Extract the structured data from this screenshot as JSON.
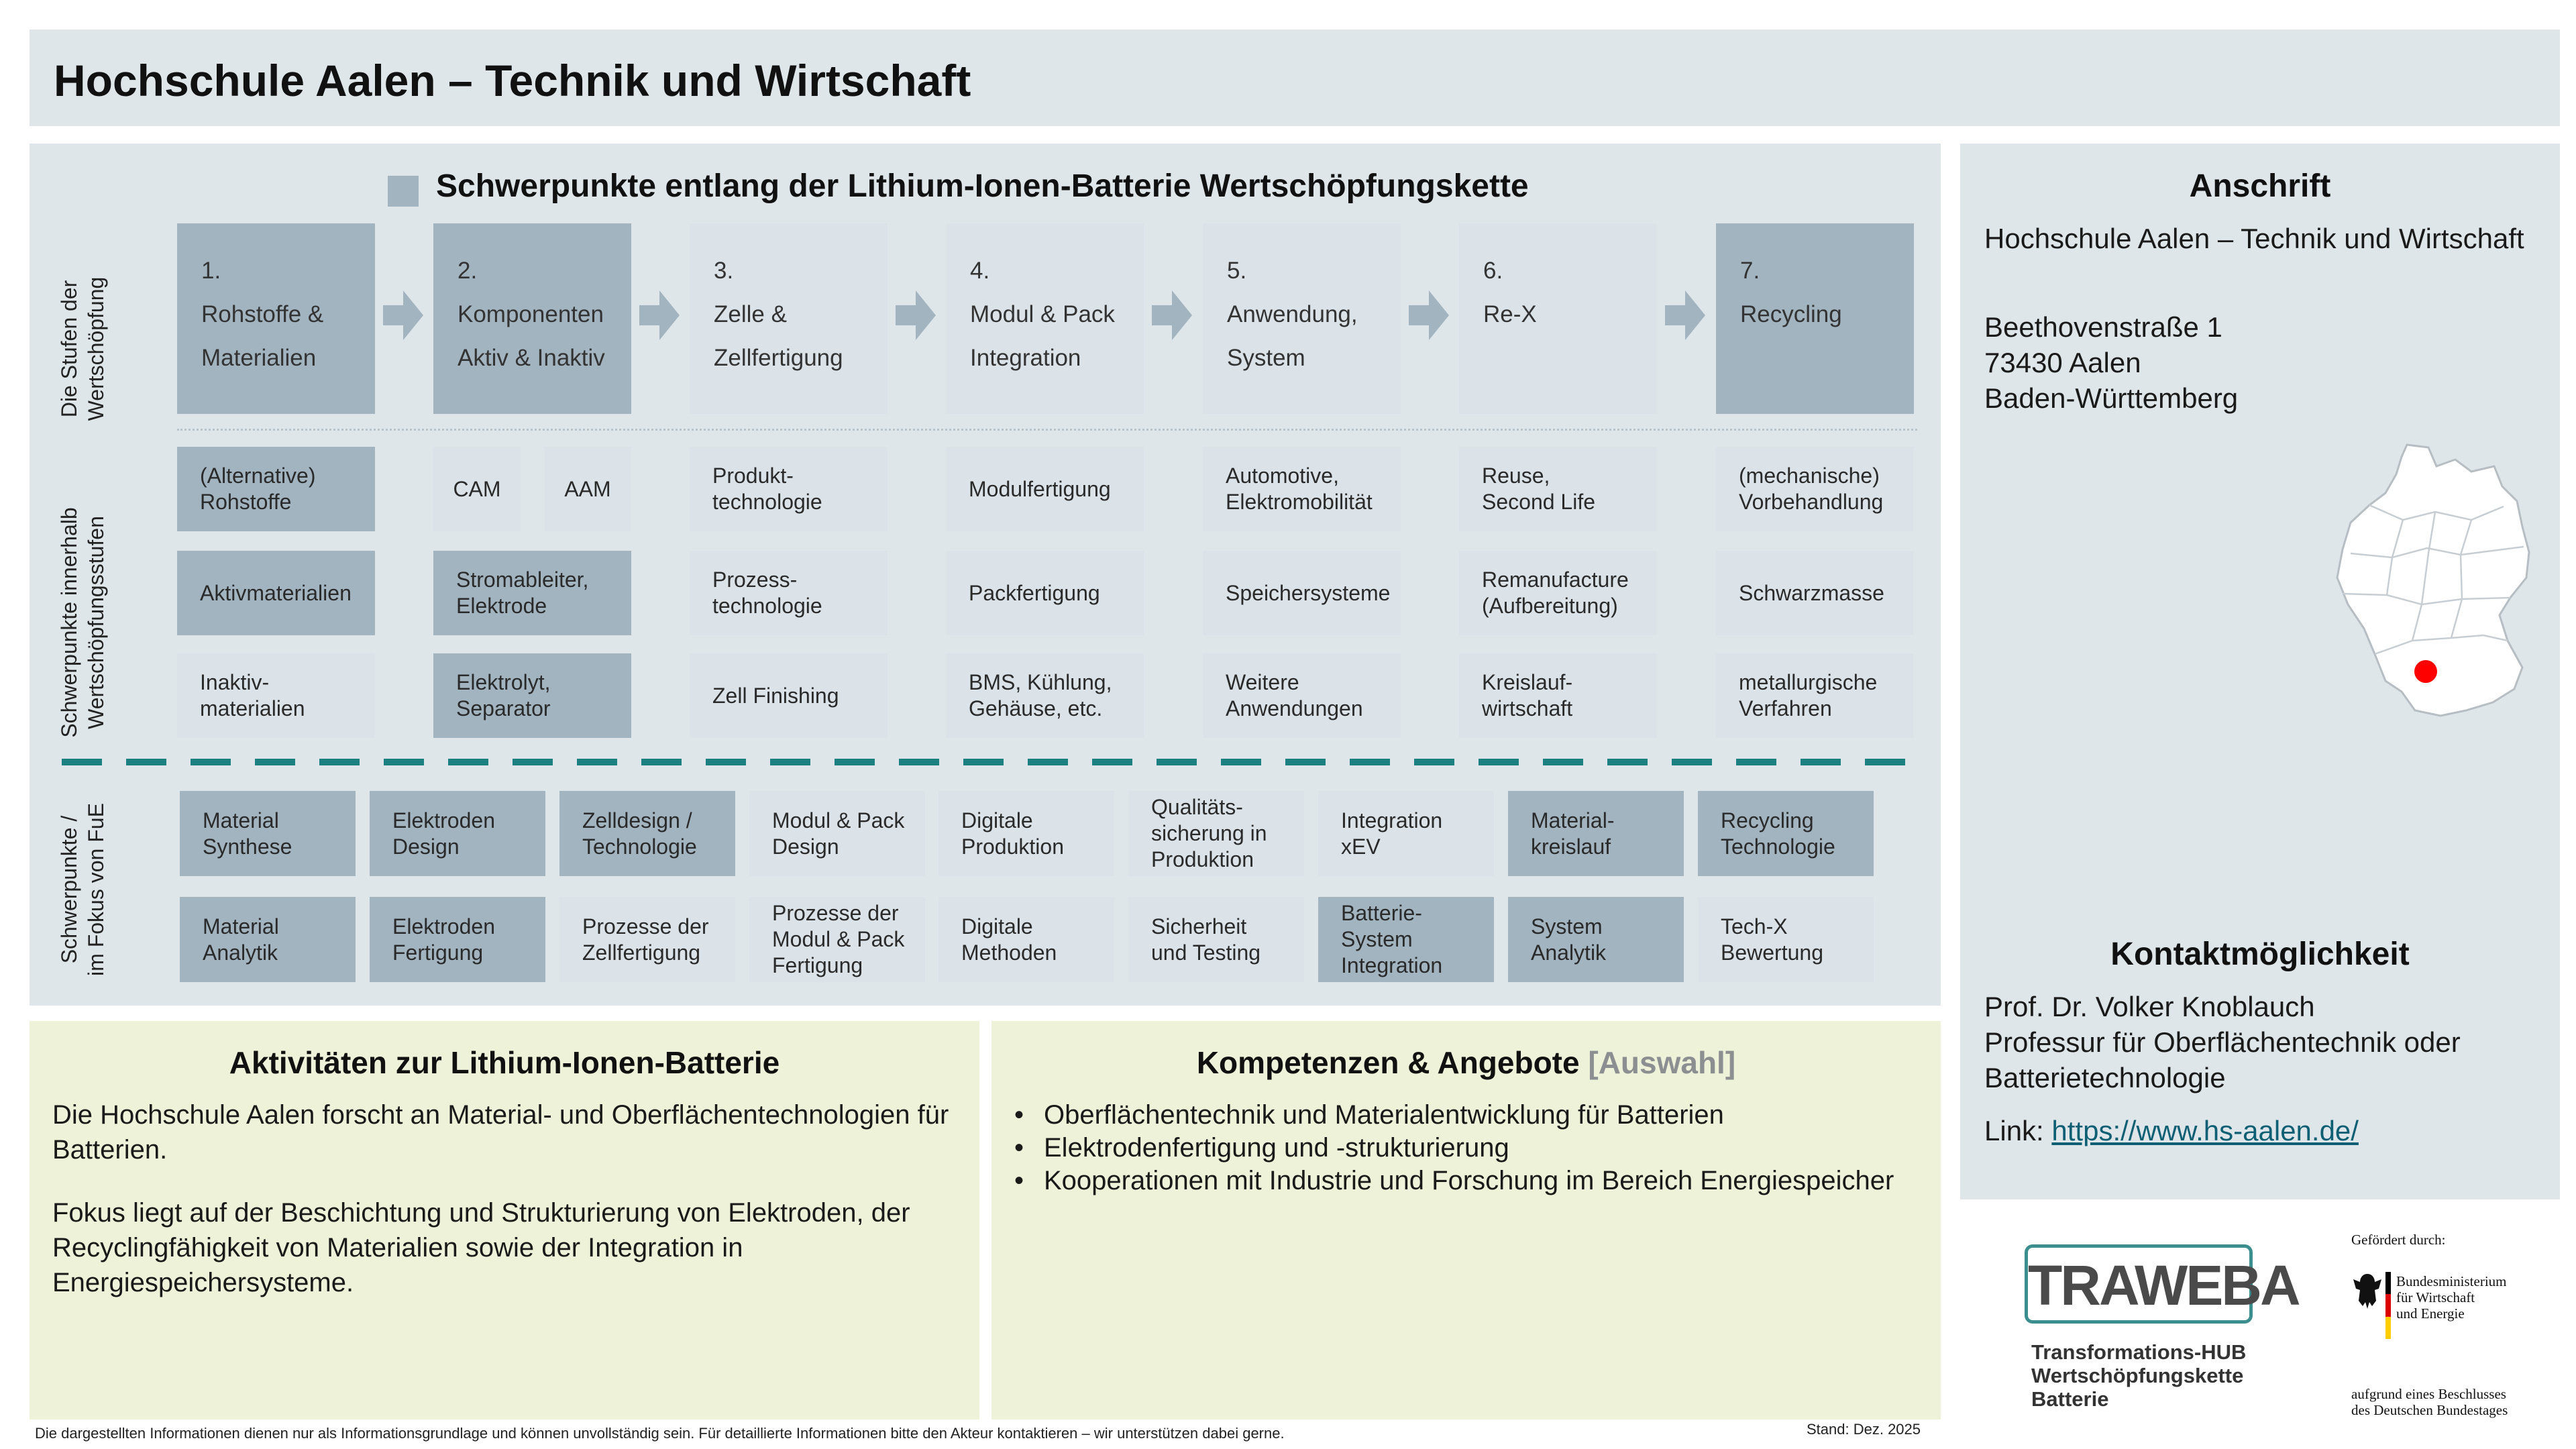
{
  "header": {
    "title": "Hochschule Aalen – Technik und Wirtschaft"
  },
  "main": {
    "title": "Schwerpunkte entlang der Lithium-Ionen-Batterie Wertschöpfungskette"
  },
  "row_labels": {
    "stufen": [
      "Die Stufen der",
      "Wertschöpfung"
    ],
    "schwerpunkte": [
      "Schwerpunkte innerhalb",
      "Wertschöpfungsstufen"
    ],
    "fue": [
      "Schwerpunkte /",
      "im Fokus von FuE"
    ]
  },
  "stages": [
    {
      "num": "1.",
      "l1": "Rohstoffe &",
      "l2": "Materialien",
      "dark": true
    },
    {
      "num": "2.",
      "l1": "Komponenten",
      "l2": "Aktiv & Inaktiv",
      "dark": true
    },
    {
      "num": "3.",
      "l1": "Zelle &",
      "l2": "Zellfertigung",
      "dark": false
    },
    {
      "num": "4.",
      "l1": "Modul & Pack",
      "l2": "Integration",
      "dark": false
    },
    {
      "num": "5.",
      "l1": "Anwendung,",
      "l2": "System",
      "dark": false
    },
    {
      "num": "6.",
      "l1": "Re-X",
      "l2": "",
      "dark": false
    },
    {
      "num": "7.",
      "l1": "Recycling",
      "l2": "",
      "dark": true
    }
  ],
  "focus_grid": [
    [
      "(Alternative)\nRohstoffe",
      "CAM",
      "AAM",
      "Produkt-\ntechnologie",
      "Modulfertigung",
      "Automotive,\nElektromobilität",
      "Reuse,\nSecond Life",
      "(mechanische)\nVorbehandlung"
    ],
    [
      "Aktivmaterialien",
      "Stromableiter,\nElektrode",
      "Prozess-\ntechnologie",
      "Packfertigung",
      "Speichersysteme",
      "Remanufacture\n(Aufbereitung)",
      "Schwarzmasse"
    ],
    [
      "Inaktiv-\nmaterialien",
      "Elektrolyt,\nSeparator",
      "Zell Finishing",
      "BMS, Kühlung,\nGehäuse, etc.",
      "Weitere\nAnwendungen",
      "Kreislauf-\nwirtschaft",
      "metallurgische\nVerfahren"
    ]
  ],
  "fue_grid": [
    [
      "Material\nSynthese",
      "Elektroden\nDesign",
      "Zelldesign /\nTechnologie",
      "Modul & Pack\nDesign",
      "Digitale\nProduktion",
      "Qualitäts-\nsicherung in\nProduktion",
      "Integration\nxEV",
      "Material-\nkreislauf",
      "Recycling\nTechnologie"
    ],
    [
      "Material\nAnalytik",
      "Elektroden\nFertigung",
      "Prozesse der\nZellfertigung",
      "Prozesse der\nModul & Pack\nFertigung",
      "Digitale\nMethoden",
      "Sicherheit\nund Testing",
      "Batterie-\nSystem\nIntegration",
      "System\nAnalytik",
      "Tech-X\nBewertung"
    ]
  ],
  "address": {
    "title": "Anschrift",
    "name": "Hochschule Aalen – Technik und Wirtschaft",
    "street": "Beethovenstraße 1",
    "city": "73430 Aalen",
    "state": "Baden-Württemberg"
  },
  "contact": {
    "title": "Kontaktmöglichkeit",
    "person": "Prof. Dr. Volker Knoblauch",
    "role1": "Professur für Oberflächentechnik oder",
    "role2": "Batterietechnologie",
    "link_label": "Link: ",
    "link_url": "https://www.hs-aalen.de/"
  },
  "activities": {
    "title": "Aktivitäten zur Lithium-Ionen-Batterie",
    "p1": "Die Hochschule Aalen forscht an Material- und Oberflächentechnologien für Batterien.",
    "p2": "Fokus liegt auf der Beschichtung und Strukturierung von Elektroden, der Recyclingfähigkeit von Materialien sowie der Integration in Energiespeichersysteme."
  },
  "competences": {
    "title": "Kompetenzen & Angebote",
    "title_suffix": "[Auswahl]",
    "items": [
      "Oberflächentechnik und Materialentwicklung für Batterien",
      "Elektrodenfertigung und -strukturierung",
      "Kooperationen mit Industrie und Forschung im Bereich Energiespeicher"
    ]
  },
  "logos": {
    "traweba": "TRAWEBA",
    "traweba_sub1": "Transformations-HUB",
    "traweba_sub2": "Wertschöpfungskette",
    "traweba_sub3": "Batterie",
    "funded": "Gefördert durch:",
    "bmwi1": "Bundesministerium",
    "bmwi2": "für Wirtschaft",
    "bmwi3": "und Energie",
    "bundestag1": "aufgrund eines Beschlusses",
    "bundestag2": "des Deutschen Bundestages"
  },
  "footer": {
    "disclaimer": "Die dargestellten Informationen dienen nur als Informationsgrundlage und können unvollständig sein. Für detaillierte Informationen bitte den Akteur kontaktieren – wir unterstützen dabei gerne.",
    "stand": "Stand: Dez. 2025"
  },
  "colors": {
    "panel": "#dfe6ea",
    "box_light": "#dbe3e8",
    "box_dark": "#a2b4c0",
    "green_panel": "#eef2d8",
    "dash": "#1c7f80",
    "map_dot": "#ff0000"
  }
}
